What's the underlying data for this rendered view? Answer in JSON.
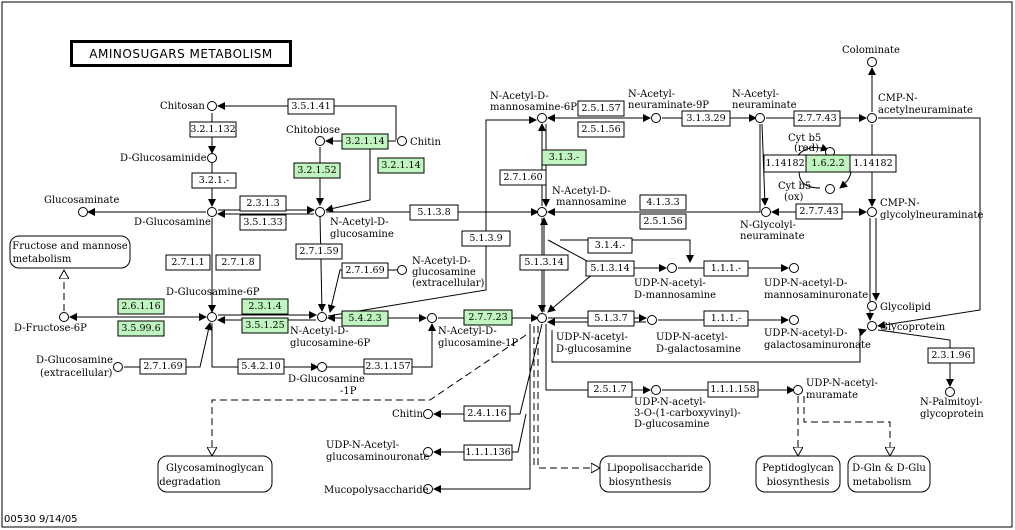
{
  "title": "AMINOSUGARS METABOLISM",
  "footer": "00530  9/14/05",
  "colors": {
    "highlight": "#bff5bf",
    "line": "#000000",
    "background": "#ffffff"
  },
  "enzymes": {
    "e35141": "3.5.1.41",
    "e32132": "3.2.1.132",
    "e321": "3.2.1.-",
    "e321141": "3.2.1.14",
    "e321142": "3.2.1.14",
    "e32152": "3.2.1.52",
    "e2713": "2.3.1.3",
    "e35133": "3.5.1.33",
    "e27159": "2.7.1.59",
    "e27169a": "2.7.1.69",
    "e2711": "2.7.1.1",
    "e2718": "2.7.1.8",
    "e26116": "2.6.1.16",
    "e359916": "3.5.99.6",
    "e2314": "2.3.1.4",
    "e35125": "3.5.1.25",
    "e5423": "5.4.2.3",
    "e27723": "2.7.7.23",
    "e27169b": "2.7.1.69",
    "e54210": "5.4.2.10",
    "e231157": "2.3.1.157",
    "e5138": "5.1.3.8",
    "e5139": "5.1.3.9",
    "e51314": "5.1.3.14",
    "e2716": "2.7.1.60",
    "e313": "3.1.3.-",
    "e25157a": "2.5.1.57",
    "e25156a": "2.5.1.56",
    "e31329": "3.1.3.29",
    "e4133": "4.1.3.3",
    "e25156b": "2.5.1.56",
    "e314": "3.1.4.-",
    "e51314b": "5.1.3.14",
    "e111a": "1.1.1.-",
    "e5137": "5.1.3.7",
    "e111b": "1.1.1.-",
    "e2517": "2.5.1.7",
    "e111158": "1.1.1.158",
    "e24116": "2.4.1.16",
    "e111136": "1.1.1.136",
    "e27743a": "2.7.7.43",
    "e27743b": "2.7.7.43",
    "e114182a": "1.14182",
    "e1622": "1.6.2.2",
    "e114182b": "1.14182",
    "e23196": "2.3.1.96"
  },
  "compounds": {
    "chitosan": "Chitosan",
    "glucosaminide": "D-Glucosaminide",
    "chitobiose": "Chitobiose",
    "chitin1": "Chitin",
    "glucosaminate": "Glucosaminate",
    "glucosamine": "D-Glucosamine",
    "glcnac_l1": "N-Acetyl-D-",
    "glcnac_l2": "glucosamine",
    "glcnac_ex1": "N-Acetyl-D-",
    "glcnac_ex2": "glucosamine",
    "glcnac_ex3": "(extracellular)",
    "glcn6p": "D-Glucosamine-6P",
    "fru6p": "D-Fructose-6P",
    "glcnac6p1": "N-Acetyl-D-",
    "glcnac6p2": "glucosamine-6P",
    "glcnac1p1": "N-Acetyl-D-",
    "glcnac1p2": "glucosamine-1P",
    "glcn_ex1": "D-Glucosamine",
    "glcn_ex2": "(extracellular)",
    "glcn1p1": "D-Glucosamine",
    "glcn1p2": "-1P",
    "mannac6p1": "N-Acetyl-D-",
    "mannac6p2": "mannosamine-6P",
    "mannac1": "N-Acetyl-D-",
    "mannac2": "mannosamine",
    "neu9p1": "N-Acetyl-",
    "neu9p2": "neuraminate-9P",
    "neu1": "N-Acetyl-",
    "neu2": "neuraminate",
    "cmpneu1": "CMP-N-",
    "cmpneu2": "acetylneuraminate",
    "colominate": "Colominate",
    "cytb5red1": "Cyt b5",
    "cytb5red2": "(red)",
    "cytb5ox1": "Cyt b5",
    "cytb5ox2": "(ox)",
    "glycolyl1": "N-Glycolyl-",
    "glycolyl2": "neuraminate",
    "cmpglyc1": "CMP-N-",
    "cmpglyc2": "glycolylneuraminate",
    "udpman1": "UDP-N-acetyl-",
    "udpman2": "D-mannosamine",
    "udpmanu1": "UDP-N-acetyl-D-",
    "udpmanu2": "mannosaminuronate",
    "udpglc1": "UDP-N-acetyl-",
    "udpglc2": "D-glucosamine",
    "udpgal1": "UDP-N-acetyl-",
    "udpgal2": "D-galactosamine",
    "udpgalu1": "UDP-N-acetyl-D-",
    "udpgalu2": "galactosaminuronate",
    "udpcarb1": "UDP-N-acetyl-",
    "udpcarb2": "3-O-(1-carboxyvinyl)-",
    "udpcarb3": "D-glucosamine",
    "udpmur1": "UDP-N-acetyl-",
    "udpmur2": "muramate",
    "chitin2": "Chitin",
    "udpglcu1": "UDP-N-Acetyl-",
    "udpglcu2": "glucosaminouronate",
    "mucopoly": "Mucopolysaccharide",
    "glycolipid": "Glycolipid",
    "glycoprotein": "Glycoprotein",
    "npalm1": "N-Palmitoyl-",
    "npalm2": "glycoprotein"
  },
  "maps": {
    "fructose1": "Fructose and mannose",
    "fructose2": "metabolism",
    "gag1": "Glycosaminoglycan",
    "gag2": "degradation",
    "lps1": "Lipopolisaccharide",
    "lps2": "biosynthesis",
    "pep1": "Peptidoglycan",
    "pep2": "biosynthesis",
    "dgln1": "D-Gln & D-Glu",
    "dgln2": "metabolism"
  }
}
